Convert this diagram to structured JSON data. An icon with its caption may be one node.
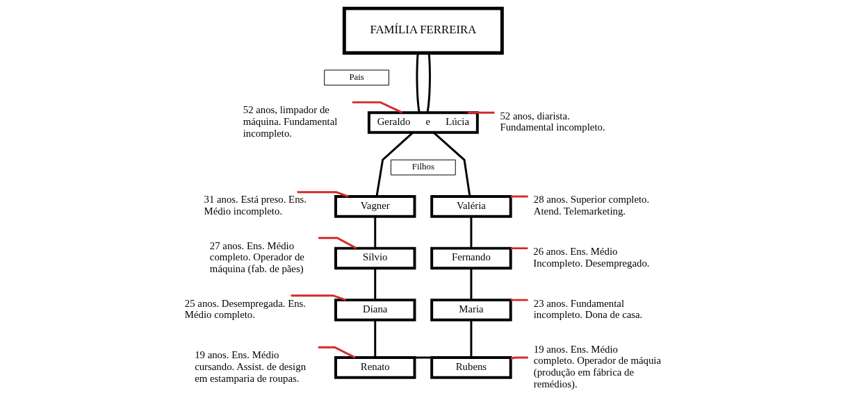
{
  "diagram": {
    "nodes": [
      {
        "text": [
          "FAMÍLIA FERREIRA"
        ]
      },
      {
        "text": [
          "Pais"
        ]
      },
      {
        "text": [
          "Geraldo",
          "e",
          "Lúcia"
        ]
      },
      {
        "text": [
          "Filhos"
        ]
      },
      {
        "text": [
          "Vagner"
        ]
      },
      {
        "text": [
          "Valéria"
        ]
      },
      {
        "text": [
          "Sílvio"
        ]
      },
      {
        "text": [
          "Fernando"
        ]
      },
      {
        "text": [
          "Diana"
        ]
      },
      {
        "text": [
          "Maria"
        ]
      },
      {
        "text": [
          "Renato"
        ]
      },
      {
        "text": [
          "Rubens"
        ]
      },
      {
        "text": [
          "52 anos, limpador de máquina. Fundamental incompleto."
        ]
      },
      {
        "text": [
          "52 anos, diarista. Fundamental incompleto."
        ]
      },
      {
        "text": [
          "31 anos. Está preso. Ens. Médio incompleto."
        ]
      },
      {
        "text": [
          "28 anos. Superior completo. Atend. Telemarketing."
        ]
      },
      {
        "text": [
          "27 anos. Ens. Médio completo. Operador de máquina (fab. de pães)"
        ]
      },
      {
        "text": [
          "26 anos. Ens. Médio Incompleto. Desempregado."
        ]
      },
      {
        "text": [
          "25 anos. Desempregada. Ens. Médio completo."
        ]
      },
      {
        "text": [
          "23 anos. Fundamental incompleto. Dona de casa."
        ]
      },
      {
        "text": [
          "19 anos. Ens. Médio cursando. Assist. de design em estamparia de roupas."
        ]
      },
      {
        "text": [
          "19 anos. Ens. Médio completo. Operador de máquia (produção em fábrica de remédios)."
        ]
      }
    ],
    "edges": [
      {
        "from": 0,
        "to": 2,
        "arrow": "none"
      },
      {
        "from": 0,
        "to": 2,
        "arrow": "none"
      },
      {
        "from": 2,
        "to": 4,
        "arrow": "none"
      },
      {
        "from": 2,
        "to": 5,
        "arrow": "none"
      },
      {
        "from": 4,
        "to": 6,
        "arrow": "none"
      },
      {
        "from": 6,
        "to": 8,
        "arrow": "none"
      },
      {
        "from": 8,
        "to": 10,
        "arrow": "none"
      },
      {
        "from": 10,
        "to": 11,
        "arrow": "none"
      },
      {
        "from": 11,
        "to": 9,
        "arrow": "none"
      },
      {
        "from": 9,
        "to": 7,
        "arrow": "none"
      },
      {
        "from": 7,
        "to": 5,
        "arrow": "none"
      },
      {
        "from": 12,
        "to": 2,
        "arrow": "none",
        "color": "#d42a2a"
      },
      {
        "from": 13,
        "to": 2,
        "arrow": "none",
        "color": "#d42a2a"
      },
      {
        "from": 14,
        "to": 4,
        "arrow": "none",
        "color": "#d42a2a"
      },
      {
        "from": 15,
        "to": 5,
        "arrow": "none",
        "color": "#d42a2a"
      },
      {
        "from": 16,
        "to": 6,
        "arrow": "none",
        "color": "#d42a2a"
      },
      {
        "from": 17,
        "to": 7,
        "arrow": "none",
        "color": "#d42a2a"
      },
      {
        "from": 18,
        "to": 8,
        "arrow": "none",
        "color": "#d42a2a"
      },
      {
        "from": 19,
        "to": 9,
        "arrow": "none",
        "color": "#d42a2a"
      },
      {
        "from": 20,
        "to": 10,
        "arrow": "none",
        "color": "#d42a2a"
      },
      {
        "from": 21,
        "to": 11,
        "arrow": "none",
        "color": "#d42a2a"
      }
    ]
  }
}
